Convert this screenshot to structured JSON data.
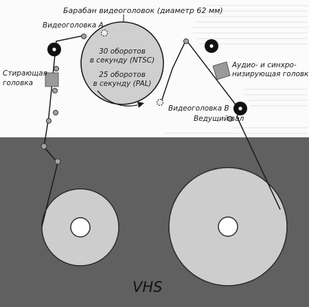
{
  "labels": {
    "drum_title": "Барабан видеоголовок (диаметр 62 мм)",
    "head_a": "Видеоголовка А",
    "erase_line1": "Стирающая",
    "erase_line2": "головка",
    "ntsc_line1": "30 оборотов",
    "ntsc_line2": "в секунду (NTSC)",
    "pal_line1": "25 оборотов",
    "pal_line2": "в секунду (PAL)",
    "head_b": "Видеоголовка В",
    "audio_line1": "Аудио- и синхро-",
    "audio_line2": "низирующая головка",
    "capstan": "Ведущий вал",
    "format": "VHS"
  },
  "colors": {
    "background_bottom": "#606060",
    "drum_fill": "#cfcfcf",
    "reel_fill": "#cdcdcd",
    "hub_fill": "#ffffff",
    "roller": "#111111",
    "guide": "#a5a5a5",
    "head_block": "#9a9a9a"
  }
}
